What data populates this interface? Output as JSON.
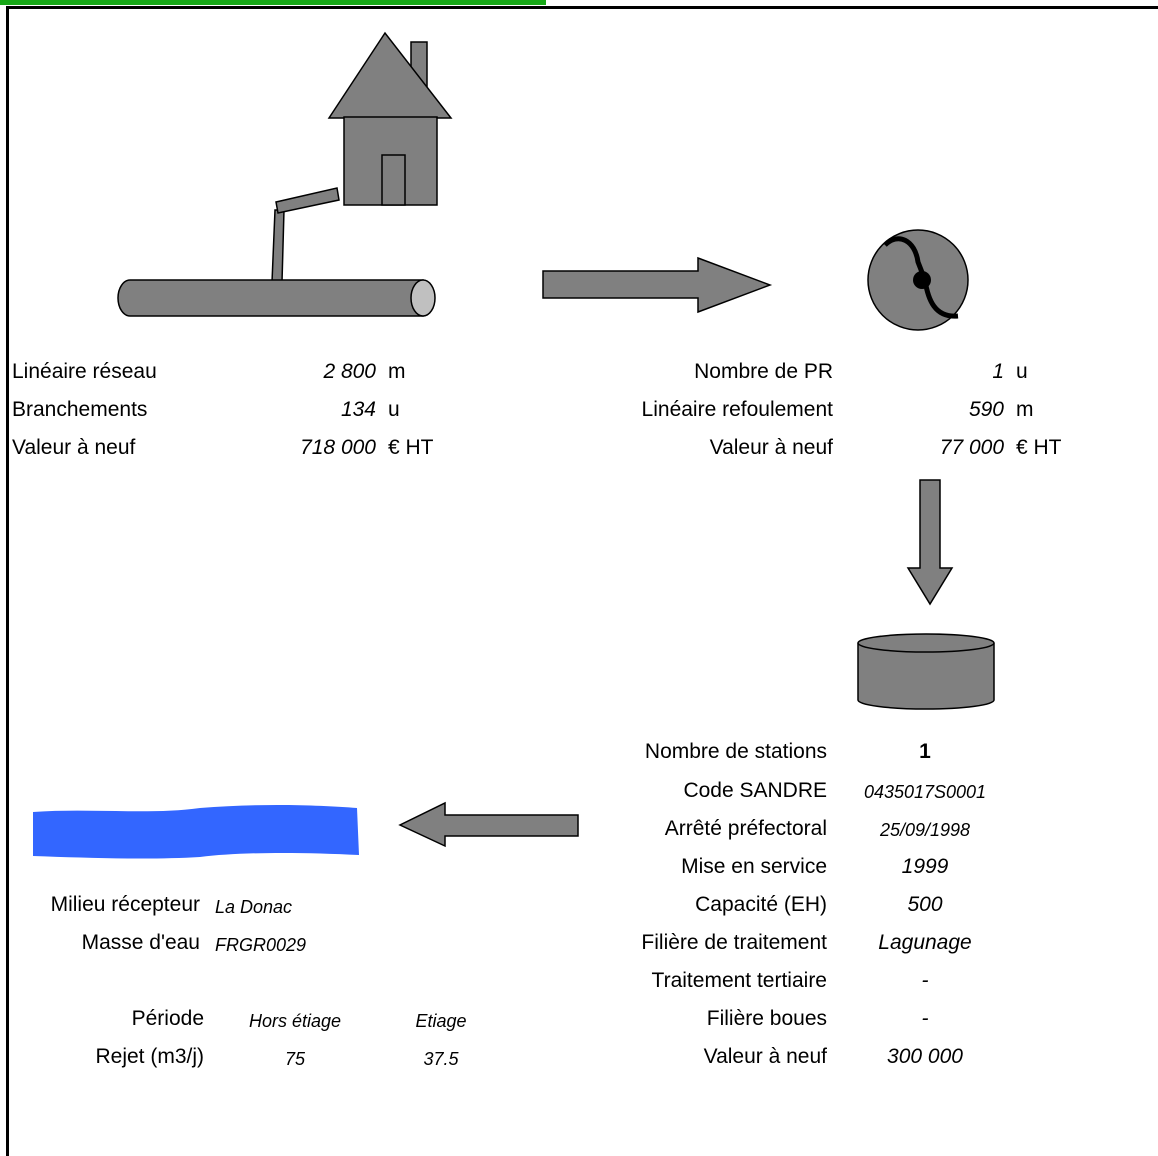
{
  "reseau": {
    "lineaire_label": "Linéaire réseau",
    "lineaire_value": "2 800",
    "lineaire_unit": "m",
    "branchements_label": "Branchements",
    "branchements_value": "134",
    "branchements_unit": "u",
    "valeur_label": "Valeur à neuf",
    "valeur_value": "718 000",
    "valeur_unit": "€ HT"
  },
  "pr": {
    "nombre_label": "Nombre de PR",
    "nombre_value": "1",
    "nombre_unit": "u",
    "refoulement_label": "Linéaire refoulement",
    "refoulement_value": "590",
    "refoulement_unit": "m",
    "valeur_label": "Valeur à neuf",
    "valeur_value": "77 000",
    "valeur_unit": "€ HT"
  },
  "station": {
    "nombre_label": "Nombre de stations",
    "nombre_value": "1",
    "code_label": "Code SANDRE",
    "code_value": "0435017S0001",
    "arrete_label": "Arrêté préfectoral",
    "arrete_value": "25/09/1998",
    "service_label": "Mise en service",
    "service_value": "1999",
    "capacite_label": "Capacité (EH)",
    "capacite_value": "500",
    "filiere_label": "Filière de traitement",
    "filiere_value": "Lagunage",
    "tertiaire_label": "Traitement tertiaire",
    "tertiaire_value": "-",
    "boues_label": "Filière boues",
    "boues_value": "-",
    "valeur_label": "Valeur à neuf",
    "valeur_value": "300 000"
  },
  "milieu": {
    "recepteur_label": "Milieu récepteur",
    "recepteur_value": "La Donac",
    "masse_label": "Masse d'eau",
    "masse_value": "FRGR0029",
    "periode_label": "Période",
    "hors_etiage_label": "Hors étiage",
    "etiage_label": "Etiage",
    "rejet_label": "Rejet (m3/j)",
    "rejet_hors_etiage": "75",
    "rejet_etiage": "37.5"
  },
  "colors": {
    "shape_fill": "#808080",
    "water": "#3366ff",
    "pipe_end": "#c0c0c0",
    "accent_line": "#18a818"
  }
}
